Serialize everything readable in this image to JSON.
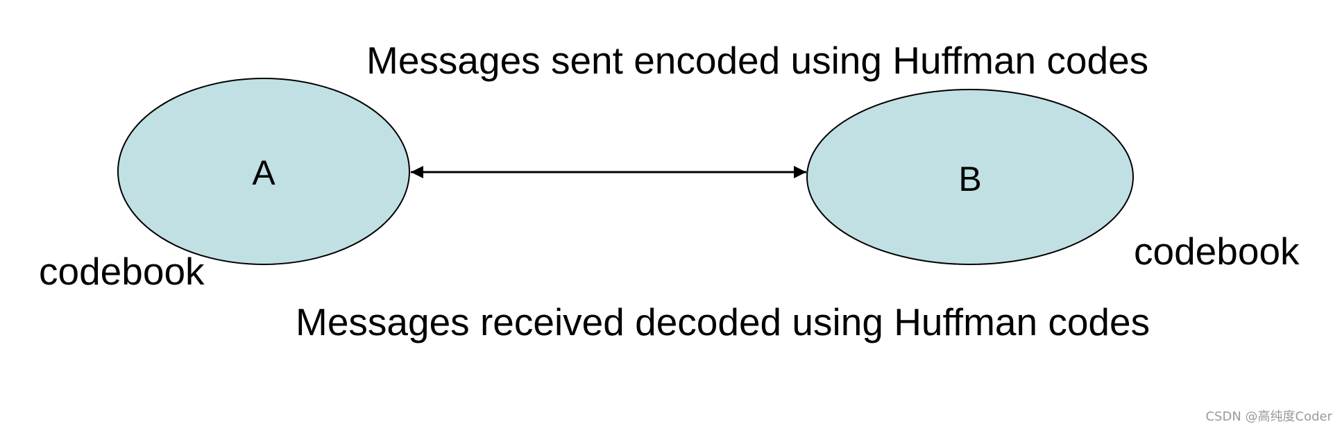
{
  "diagram": {
    "top_caption": "Messages sent encoded using Huffman codes",
    "bottom_caption": "Messages received decoded using Huffman codes",
    "node_a": {
      "label": "A",
      "sublabel": "codebook"
    },
    "node_b": {
      "label": "B",
      "sublabel": "codebook"
    },
    "node_fill": "#c1e0e3",
    "stroke_color": "#000000"
  },
  "watermark": "CSDN @高纯度Coder"
}
